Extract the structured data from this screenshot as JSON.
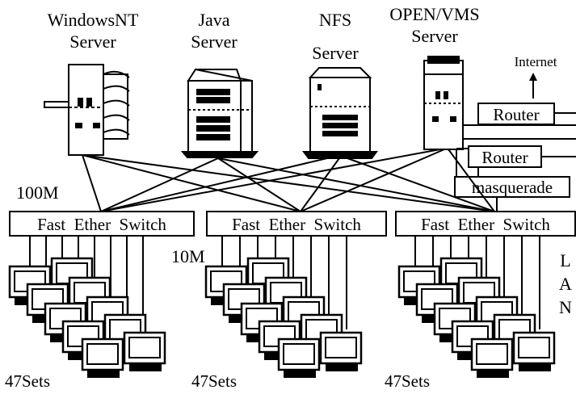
{
  "servers": [
    {
      "id": "windows",
      "line1": "WindowsNT",
      "line2": "Server"
    },
    {
      "id": "java",
      "line1": "Java",
      "line2": "Server"
    },
    {
      "id": "nfs",
      "line1": "NFS",
      "line2": "Server"
    },
    {
      "id": "vms",
      "line1": "OPEN/VMS",
      "line2": "Server"
    }
  ],
  "internet_label": "Internet",
  "routers": [
    "Router",
    "Router"
  ],
  "masquerade_label": "masquerade",
  "switches": [
    "Fast  Ether  Switch",
    "Fast  Ether  Switch",
    "Fast  Ether  Switch"
  ],
  "speed_backbone": "100M",
  "speed_client": "10M",
  "lan_letters": [
    "L",
    "A",
    "N"
  ],
  "client_groups": [
    "47Sets",
    "47Sets",
    "47Sets"
  ]
}
